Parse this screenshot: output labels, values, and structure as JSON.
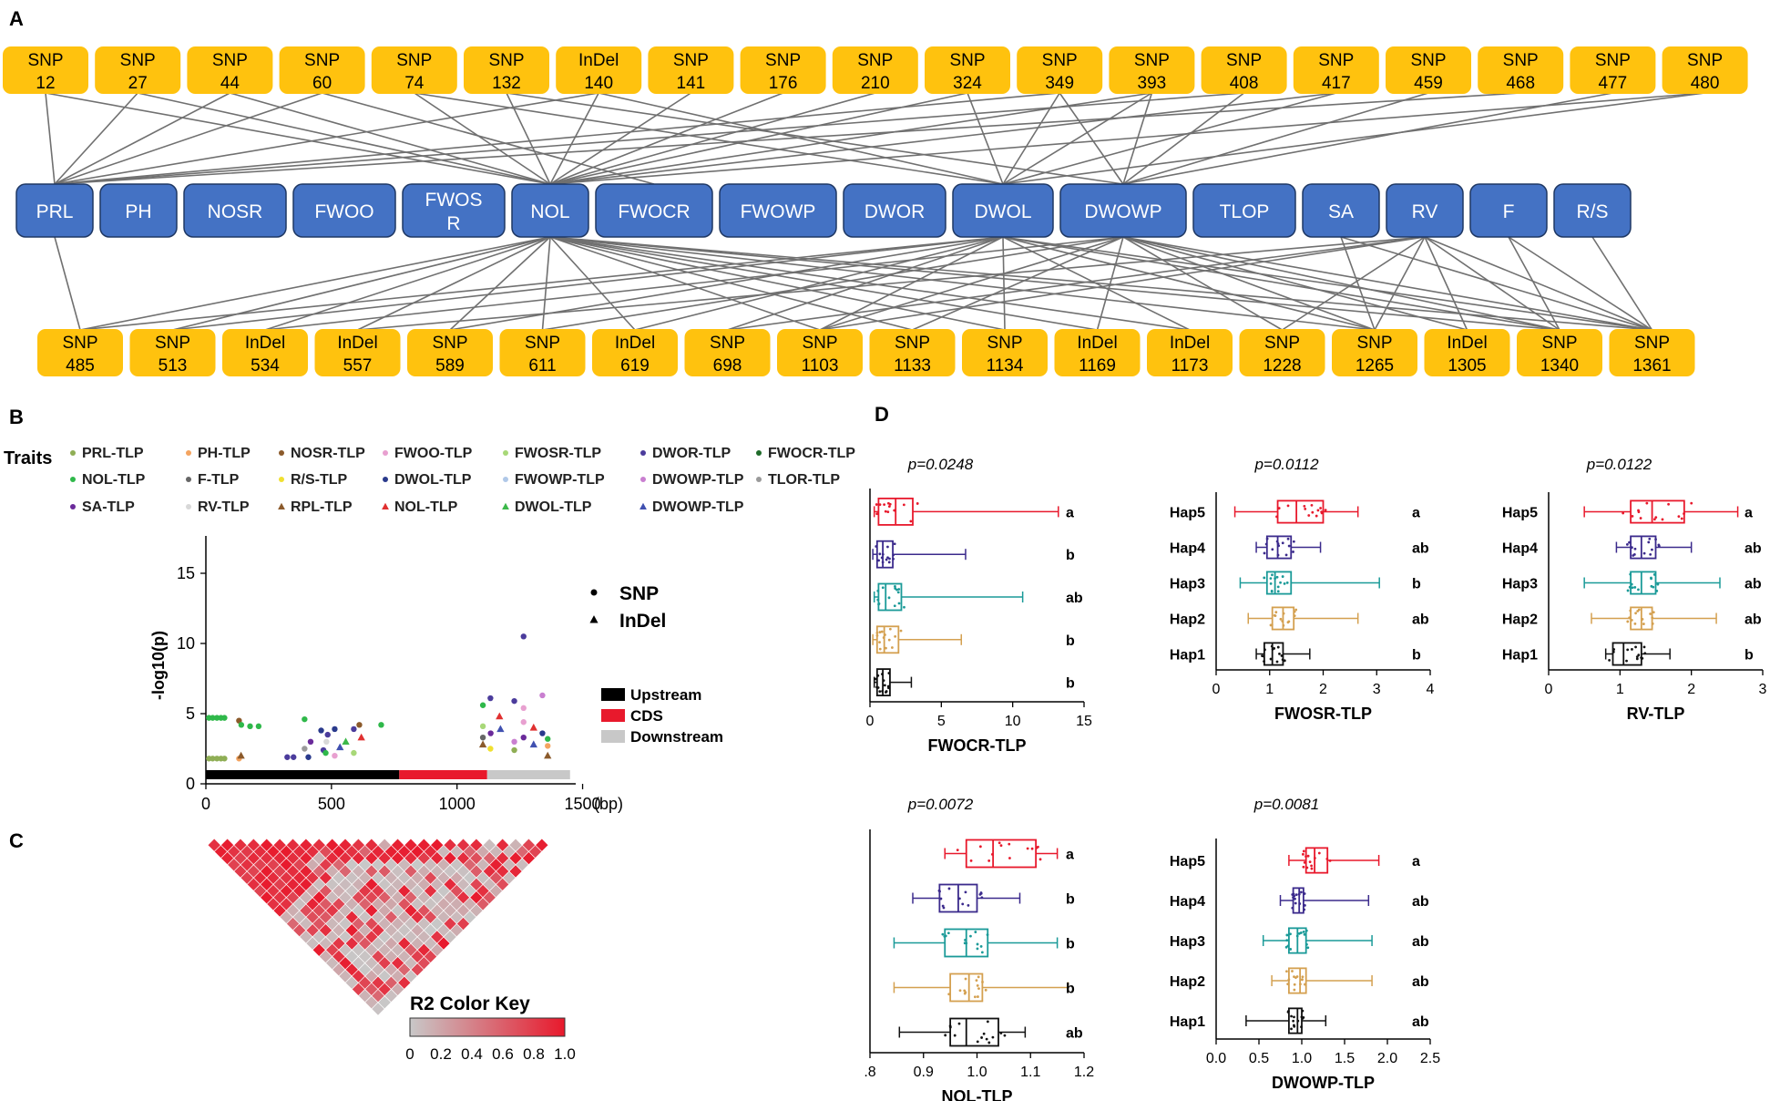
{
  "panels": {
    "a": "A",
    "b": "B",
    "c": "C",
    "d": "D"
  },
  "network": {
    "top_markers": [
      [
        "SNP",
        "12"
      ],
      [
        "SNP",
        "27"
      ],
      [
        "SNP",
        "44"
      ],
      [
        "SNP",
        "60"
      ],
      [
        "SNP",
        "74"
      ],
      [
        "SNP",
        "132"
      ],
      [
        "InDel",
        "140"
      ],
      [
        "SNP",
        "141"
      ],
      [
        "SNP",
        "176"
      ],
      [
        "SNP",
        "210"
      ],
      [
        "SNP",
        "324"
      ],
      [
        "SNP",
        "349"
      ],
      [
        "SNP",
        "393"
      ],
      [
        "SNP",
        "408"
      ],
      [
        "SNP",
        "417"
      ],
      [
        "SNP",
        "459"
      ],
      [
        "SNP",
        "468"
      ],
      [
        "SNP",
        "477"
      ],
      [
        "SNP",
        "480"
      ]
    ],
    "traits": [
      "PRL",
      "PH",
      "NOSR",
      "FWOO",
      "FWOSR",
      "NOL",
      "FWOCR",
      "FWOWP",
      "DWOR",
      "DWOL",
      "DWOWP",
      "TLOP",
      "SA",
      "RV",
      "F",
      "R/S"
    ],
    "bottom_markers": [
      [
        "SNP",
        "485"
      ],
      [
        "SNP",
        "513"
      ],
      [
        "InDel",
        "534"
      ],
      [
        "InDel",
        "557"
      ],
      [
        "SNP",
        "589"
      ],
      [
        "SNP",
        "611"
      ],
      [
        "InDel",
        "619"
      ],
      [
        "SNP",
        "698"
      ],
      [
        "SNP",
        "1103"
      ],
      [
        "SNP",
        "1133"
      ],
      [
        "SNP",
        "1134"
      ],
      [
        "InDel",
        "1169"
      ],
      [
        "InDel",
        "1173"
      ],
      [
        "SNP",
        "1228"
      ],
      [
        "SNP",
        "1265"
      ],
      [
        "InDel",
        "1305"
      ],
      [
        "SNP",
        "1340"
      ],
      [
        "SNP",
        "1361"
      ]
    ],
    "colors": {
      "marker_fill": "#FFC20E",
      "trait_fill": "#4472C4",
      "trait_stroke": "#1F3864",
      "line": "#707070"
    },
    "links_top": [
      [
        0,
        0
      ],
      [
        0,
        5
      ],
      [
        1,
        0
      ],
      [
        1,
        5
      ],
      [
        2,
        0
      ],
      [
        2,
        5
      ],
      [
        3,
        0
      ],
      [
        3,
        6
      ],
      [
        4,
        5
      ],
      [
        4,
        9
      ],
      [
        5,
        5
      ],
      [
        5,
        10
      ],
      [
        6,
        0
      ],
      [
        6,
        5
      ],
      [
        6,
        9
      ],
      [
        7,
        5
      ],
      [
        8,
        5
      ],
      [
        9,
        5
      ],
      [
        10,
        5
      ],
      [
        10,
        9
      ],
      [
        11,
        0
      ],
      [
        11,
        9
      ],
      [
        11,
        10
      ],
      [
        12,
        5
      ],
      [
        12,
        9
      ],
      [
        12,
        10
      ],
      [
        13,
        0
      ],
      [
        13,
        10
      ],
      [
        14,
        5
      ],
      [
        14,
        9
      ],
      [
        15,
        10
      ],
      [
        16,
        0
      ],
      [
        17,
        10
      ],
      [
        18,
        5
      ],
      [
        18,
        9
      ]
    ],
    "links_bottom": [
      [
        0,
        0
      ],
      [
        0,
        5
      ],
      [
        0,
        9
      ],
      [
        1,
        5
      ],
      [
        1,
        9
      ],
      [
        2,
        5
      ],
      [
        2,
        10
      ],
      [
        3,
        5
      ],
      [
        3,
        13
      ],
      [
        4,
        5
      ],
      [
        4,
        9
      ],
      [
        5,
        5
      ],
      [
        5,
        10
      ],
      [
        6,
        5
      ],
      [
        6,
        9
      ],
      [
        7,
        9
      ],
      [
        7,
        13
      ],
      [
        8,
        5
      ],
      [
        8,
        9
      ],
      [
        8,
        10
      ],
      [
        8,
        13
      ],
      [
        9,
        5
      ],
      [
        9,
        10
      ],
      [
        10,
        5
      ],
      [
        10,
        9
      ],
      [
        11,
        5
      ],
      [
        11,
        10
      ],
      [
        12,
        5
      ],
      [
        12,
        9
      ],
      [
        13,
        10
      ],
      [
        13,
        13
      ],
      [
        14,
        5
      ],
      [
        14,
        9
      ],
      [
        14,
        10
      ],
      [
        14,
        12
      ],
      [
        14,
        13
      ],
      [
        15,
        10
      ],
      [
        15,
        13
      ],
      [
        16,
        5
      ],
      [
        16,
        9
      ],
      [
        16,
        10
      ],
      [
        16,
        13
      ],
      [
        16,
        14
      ],
      [
        17,
        5
      ],
      [
        17,
        9
      ],
      [
        17,
        10
      ],
      [
        17,
        12
      ],
      [
        17,
        13
      ],
      [
        17,
        14
      ],
      [
        17,
        15
      ]
    ]
  },
  "manhattan": {
    "traits_label": "Traits",
    "legend": [
      {
        "name": "PRL-TLP",
        "color": "#8FAE55",
        "shape": "dot"
      },
      {
        "name": "PH-TLP",
        "color": "#F4A460",
        "shape": "dot"
      },
      {
        "name": "NOSR-TLP",
        "color": "#8B5A2B",
        "shape": "dot"
      },
      {
        "name": "FWOO-TLP",
        "color": "#E8A0D0",
        "shape": "dot"
      },
      {
        "name": "FWOSR-TLP",
        "color": "#A8D878",
        "shape": "dot"
      },
      {
        "name": "DWOR-TLP",
        "color": "#4B3C9C",
        "shape": "dot"
      },
      {
        "name": "FWOCR-TLP",
        "color": "#1F6B2A",
        "shape": "dot"
      },
      {
        "name": "NOL-TLP",
        "color": "#2FB84A",
        "shape": "dot"
      },
      {
        "name": "F-TLP",
        "color": "#666666",
        "shape": "dot"
      },
      {
        "name": "R/S-TLP",
        "color": "#F0E030",
        "shape": "dot"
      },
      {
        "name": "DWOL-TLP",
        "color": "#2A3A8C",
        "shape": "dot"
      },
      {
        "name": "FWOWP-TLP",
        "color": "#B0C8E8",
        "shape": "dot"
      },
      {
        "name": "DWOWP-TLP",
        "color": "#C97FD0",
        "shape": "dot"
      },
      {
        "name": "TLOR-TLP",
        "color": "#9A9A9A",
        "shape": "dot"
      },
      {
        "name": "SA-TLP",
        "color": "#6A2A9A",
        "shape": "dot"
      },
      {
        "name": "RV-TLP",
        "color": "#D8D8D8",
        "shape": "dot"
      },
      {
        "name": "RPL-TLP",
        "color": "#8B5A2B",
        "shape": "triangle"
      },
      {
        "name": "NOL-TLP",
        "color": "#E03030",
        "shape": "triangle"
      },
      {
        "name": "DWOL-TLP",
        "color": "#3CB84A",
        "shape": "triangle"
      },
      {
        "name": "DWOWP-TLP",
        "color": "#4050B0",
        "shape": "triangle"
      }
    ],
    "shape_legend": [
      {
        "label": "SNP",
        "shape": "dot"
      },
      {
        "label": "InDel",
        "shape": "triangle"
      }
    ],
    "region_legend": [
      {
        "label": "Upstream",
        "color": "#000000"
      },
      {
        "label": "CDS",
        "color": "#E8192C"
      },
      {
        "label": "Downstream",
        "color": "#C8C8C8"
      }
    ],
    "ylabel": "-log10(p)",
    "xunit": "(bp)",
    "xticks": [
      0,
      500,
      1000,
      1500
    ],
    "yticks": [
      0,
      5,
      10,
      15
    ],
    "regions": [
      [
        0,
        770
      ],
      [
        770,
        1120
      ],
      [
        1120,
        1450
      ]
    ],
    "points": [
      [
        12,
        4.7,
        7
      ],
      [
        27,
        4.7,
        7
      ],
      [
        44,
        4.7,
        7
      ],
      [
        60,
        4.7,
        7
      ],
      [
        74,
        4.7,
        7
      ],
      [
        12,
        1.8,
        0
      ],
      [
        27,
        1.8,
        0
      ],
      [
        44,
        1.8,
        0
      ],
      [
        60,
        1.8,
        0
      ],
      [
        74,
        1.8,
        0
      ],
      [
        132,
        4.5,
        2
      ],
      [
        141,
        4.2,
        7
      ],
      [
        176,
        4.1,
        7
      ],
      [
        210,
        4.1,
        7
      ],
      [
        132,
        1.8,
        1
      ],
      [
        140,
        2.0,
        16
      ],
      [
        324,
        1.9,
        5
      ],
      [
        349,
        1.9,
        5
      ],
      [
        393,
        4.6,
        7
      ],
      [
        408,
        1.9,
        10
      ],
      [
        393,
        2.5,
        13
      ],
      [
        417,
        3.0,
        14
      ],
      [
        459,
        3.8,
        10
      ],
      [
        468,
        2.4,
        5
      ],
      [
        477,
        2.2,
        7
      ],
      [
        480,
        3.0,
        15
      ],
      [
        485,
        3.5,
        5
      ],
      [
        513,
        3.9,
        10
      ],
      [
        534,
        2.6,
        19
      ],
      [
        557,
        3.0,
        18
      ],
      [
        589,
        3.9,
        5
      ],
      [
        611,
        4.2,
        2
      ],
      [
        619,
        3.3,
        17
      ],
      [
        698,
        4.2,
        7
      ],
      [
        513,
        2.0,
        3
      ],
      [
        589,
        2.2,
        4
      ],
      [
        1103,
        5.6,
        7
      ],
      [
        1103,
        4.1,
        4
      ],
      [
        1103,
        3.3,
        8
      ],
      [
        1103,
        2.8,
        16
      ],
      [
        1133,
        6.1,
        5
      ],
      [
        1134,
        3.6,
        14
      ],
      [
        1133,
        2.5,
        9
      ],
      [
        1169,
        4.8,
        17
      ],
      [
        1173,
        3.9,
        19
      ],
      [
        1228,
        5.9,
        5
      ],
      [
        1228,
        3.0,
        12
      ],
      [
        1228,
        2.4,
        0
      ],
      [
        1265,
        10.5,
        5
      ],
      [
        1265,
        5.4,
        3
      ],
      [
        1265,
        3.3,
        14
      ],
      [
        1305,
        4.0,
        17
      ],
      [
        1340,
        6.3,
        12
      ],
      [
        1340,
        3.6,
        10
      ],
      [
        1361,
        3.2,
        7
      ],
      [
        1361,
        2.7,
        1
      ],
      [
        1361,
        2.0,
        16
      ],
      [
        1305,
        2.8,
        19
      ],
      [
        1265,
        4.4,
        3
      ]
    ]
  },
  "ld": {
    "title": "R2 Color Key",
    "ticks": [
      "0",
      "0.2",
      "0.4",
      "0.6",
      "0.8",
      "1.0"
    ],
    "low_color": "#C8C8C8",
    "high_color": "#E8192C"
  },
  "boxplots": [
    {
      "p": "p=0.0248",
      "xlabel": "FWOCR-TLP",
      "xticks": [
        "0",
        "5",
        "10",
        "15"
      ],
      "xlim": [
        0,
        15
      ],
      "show_hap": false,
      "groups": [
        {
          "hap": "Hap5",
          "letter": "a",
          "min": 0.3,
          "q1": 0.6,
          "med": 1.8,
          "q3": 3.0,
          "max": 13.2
        },
        {
          "hap": "Hap4",
          "letter": "b",
          "min": 0.2,
          "q1": 0.5,
          "med": 0.9,
          "q3": 1.6,
          "max": 6.7
        },
        {
          "hap": "Hap3",
          "letter": "ab",
          "min": 0.3,
          "q1": 0.6,
          "med": 1.1,
          "q3": 2.2,
          "max": 10.7
        },
        {
          "hap": "Hap2",
          "letter": "b",
          "min": 0.2,
          "q1": 0.5,
          "med": 1.0,
          "q3": 2.0,
          "max": 6.4
        },
        {
          "hap": "Hap1",
          "letter": "b",
          "min": 0.3,
          "q1": 0.5,
          "med": 0.9,
          "q3": 1.4,
          "max": 2.9
        }
      ]
    },
    {
      "p": "p=0.0112",
      "xlabel": "FWOSR-TLP",
      "xticks": [
        "0",
        "1",
        "2",
        "3",
        "4"
      ],
      "xlim": [
        0,
        4
      ],
      "show_hap": true,
      "groups": [
        {
          "hap": "Hap5",
          "letter": "a",
          "min": 0.35,
          "q1": 1.15,
          "med": 1.5,
          "q3": 2.0,
          "max": 2.65
        },
        {
          "hap": "Hap4",
          "letter": "ab",
          "min": 0.75,
          "q1": 0.95,
          "med": 1.15,
          "q3": 1.4,
          "max": 1.95
        },
        {
          "hap": "Hap3",
          "letter": "b",
          "min": 0.45,
          "q1": 0.95,
          "med": 1.1,
          "q3": 1.4,
          "max": 3.05
        },
        {
          "hap": "Hap2",
          "letter": "ab",
          "min": 0.6,
          "q1": 1.05,
          "med": 1.25,
          "q3": 1.45,
          "max": 2.65
        },
        {
          "hap": "Hap1",
          "letter": "b",
          "min": 0.75,
          "q1": 0.9,
          "med": 1.05,
          "q3": 1.25,
          "max": 1.75
        }
      ]
    },
    {
      "p": "p=0.0122",
      "xlabel": "RV-TLP",
      "xticks": [
        "0",
        "1",
        "2",
        "3"
      ],
      "xlim": [
        0,
        3
      ],
      "show_hap": true,
      "groups": [
        {
          "hap": "Hap5",
          "letter": "a",
          "min": 0.5,
          "q1": 1.15,
          "med": 1.45,
          "q3": 1.9,
          "max": 2.65
        },
        {
          "hap": "Hap4",
          "letter": "ab",
          "min": 0.95,
          "q1": 1.15,
          "med": 1.3,
          "q3": 1.5,
          "max": 2.0
        },
        {
          "hap": "Hap3",
          "letter": "ab",
          "min": 0.5,
          "q1": 1.15,
          "med": 1.3,
          "q3": 1.5,
          "max": 2.4
        },
        {
          "hap": "Hap2",
          "letter": "ab",
          "min": 0.6,
          "q1": 1.15,
          "med": 1.3,
          "q3": 1.45,
          "max": 2.35
        },
        {
          "hap": "Hap1",
          "letter": "b",
          "min": 0.8,
          "q1": 0.9,
          "med": 1.05,
          "q3": 1.3,
          "max": 1.7
        }
      ]
    },
    {
      "p": "p=0.0072",
      "xlabel": "NOL-TLP",
      "xticks": [
        ".8",
        "0.9",
        "1.0",
        "1.1",
        "1.2"
      ],
      "xlim": [
        0.8,
        1.2
      ],
      "show_hap": false,
      "groups": [
        {
          "hap": "Hap5",
          "letter": "a",
          "min": 0.94,
          "q1": 0.98,
          "med": 1.03,
          "q3": 1.11,
          "max": 1.15
        },
        {
          "hap": "Hap4",
          "letter": "b",
          "min": 0.88,
          "q1": 0.93,
          "med": 0.965,
          "q3": 1.0,
          "max": 1.08
        },
        {
          "hap": "Hap3",
          "letter": "b",
          "min": 0.845,
          "q1": 0.94,
          "med": 0.98,
          "q3": 1.02,
          "max": 1.15
        },
        {
          "hap": "Hap2",
          "letter": "b",
          "min": 0.845,
          "q1": 0.95,
          "med": 0.985,
          "q3": 1.01,
          "max": 1.17
        },
        {
          "hap": "Hap1",
          "letter": "ab",
          "min": 0.855,
          "q1": 0.95,
          "med": 0.98,
          "q3": 1.04,
          "max": 1.09
        }
      ]
    },
    {
      "p": "p=0.0081",
      "xlabel": "DWOWP-TLP",
      "xticks": [
        "0.0",
        "0.5",
        "1.0",
        "1.5",
        "2.0",
        "2.5"
      ],
      "xlim": [
        0,
        2.5
      ],
      "show_hap": true,
      "groups": [
        {
          "hap": "Hap5",
          "letter": "a",
          "min": 0.85,
          "q1": 1.05,
          "med": 1.15,
          "q3": 1.3,
          "max": 1.9
        },
        {
          "hap": "Hap4",
          "letter": "ab",
          "min": 0.75,
          "q1": 0.9,
          "med": 0.97,
          "q3": 1.02,
          "max": 1.78
        },
        {
          "hap": "Hap3",
          "letter": "ab",
          "min": 0.55,
          "q1": 0.85,
          "med": 0.95,
          "q3": 1.05,
          "max": 1.82
        },
        {
          "hap": "Hap2",
          "letter": "ab",
          "min": 0.65,
          "q1": 0.85,
          "med": 0.98,
          "q3": 1.05,
          "max": 1.82
        },
        {
          "hap": "Hap1",
          "letter": "ab",
          "min": 0.35,
          "q1": 0.85,
          "med": 0.95,
          "q3": 1.0,
          "max": 1.28
        }
      ]
    }
  ],
  "hap_colors": [
    "#E8192C",
    "#3B2A8C",
    "#1A9A98",
    "#D4A050",
    "#111111"
  ]
}
